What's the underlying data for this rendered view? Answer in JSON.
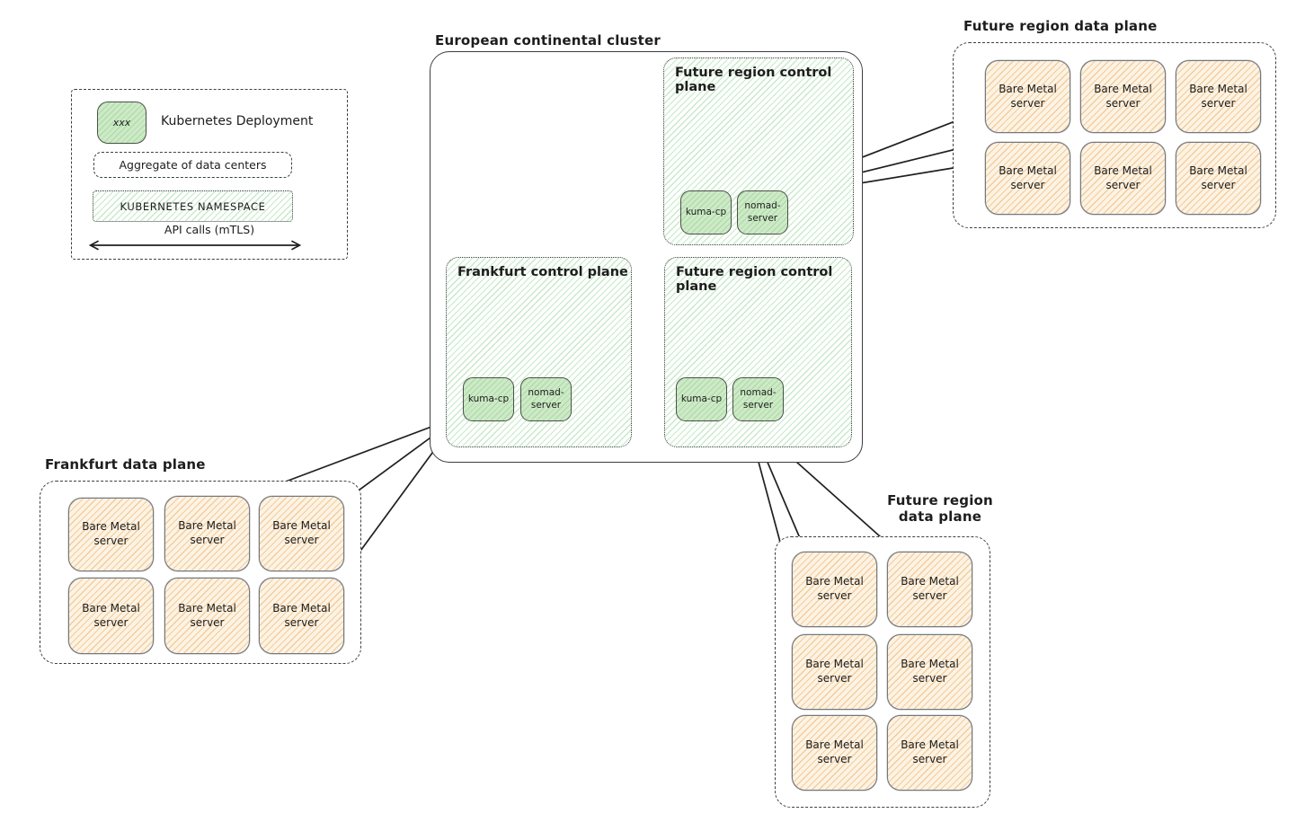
{
  "diagram": {
    "kind": "architecture-diagram"
  },
  "legend": {
    "deployment_sample": "xxx",
    "deployment_label": "Kubernetes Deployment",
    "aggregate_label": "Aggregate of data centers",
    "namespace_label": "KUBERNETES NAMESPACE",
    "api_calls_label": "API calls (mTLS)"
  },
  "cluster": {
    "title": "European continental cluster"
  },
  "control_planes": {
    "future_top": {
      "title": "Future region control plane",
      "deployments": [
        "kuma-cp",
        "nomad-server"
      ]
    },
    "frankfurt": {
      "title": "Frankfurt control plane",
      "deployments": [
        "kuma-cp",
        "nomad-server"
      ]
    },
    "future_bottom": {
      "title": "Future region control plane",
      "deployments": [
        "kuma-cp",
        "nomad-server"
      ]
    }
  },
  "labels": {
    "kuma_cp": "kuma-cp",
    "nomad_server": "nomad-\nserver",
    "bare_metal_server": "Bare Metal\nserver"
  },
  "data_planes": {
    "future_top_right": {
      "title": "Future region data plane",
      "server_count": 6
    },
    "frankfurt": {
      "title": "Frankfurt data plane",
      "server_count": 6
    },
    "future_bottom_right": {
      "title": "Future region\ndata plane",
      "server_count": 6
    }
  },
  "connections": [
    {
      "from": "future-region-control-plane-top",
      "to": "future-region-data-plane-top-right",
      "arrows": 3,
      "bidirectional": true
    },
    {
      "from": "frankfurt-control-plane",
      "to": "frankfurt-data-plane",
      "arrows": 3,
      "bidirectional": true
    },
    {
      "from": "future-region-control-plane-bottom",
      "to": "future-region-data-plane-bottom-right",
      "arrows": 3,
      "bidirectional": true
    }
  ],
  "colors": {
    "stroke": "#1f1f1f",
    "deployment_fill": "#cdeac6",
    "namespace_hatch": "#84c986",
    "server_fill": "#fcf3e3",
    "server_hatch": "#e9973f",
    "server_border": "#73787e"
  }
}
